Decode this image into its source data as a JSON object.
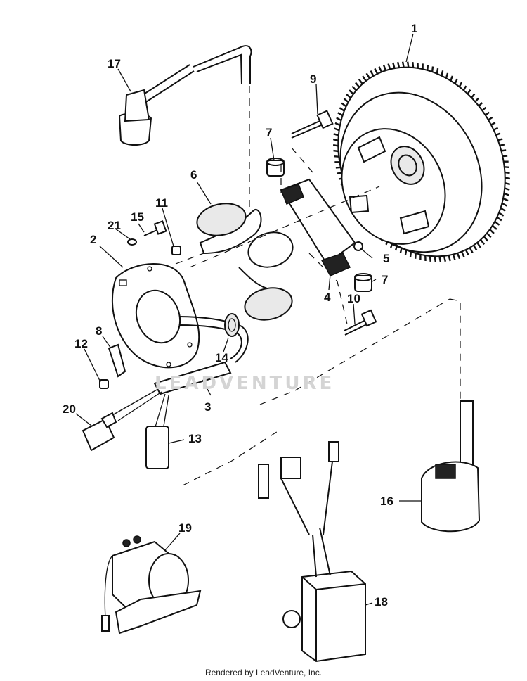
{
  "callouts": {
    "c1": "1",
    "c2": "2",
    "c3": "3",
    "c4": "4",
    "c5": "5",
    "c6": "6",
    "c7a": "7",
    "c7b": "7",
    "c8": "8",
    "c9": "9",
    "c10": "10",
    "c11": "11",
    "c12": "12",
    "c13": "13",
    "c14": "14",
    "c15": "15",
    "c16": "16",
    "c17": "17",
    "c18": "18",
    "c19": "19",
    "c20": "20",
    "c21": "21"
  },
  "watermark": "LEADVENTURE",
  "footer": "Rendered by LeadVenture, Inc."
}
